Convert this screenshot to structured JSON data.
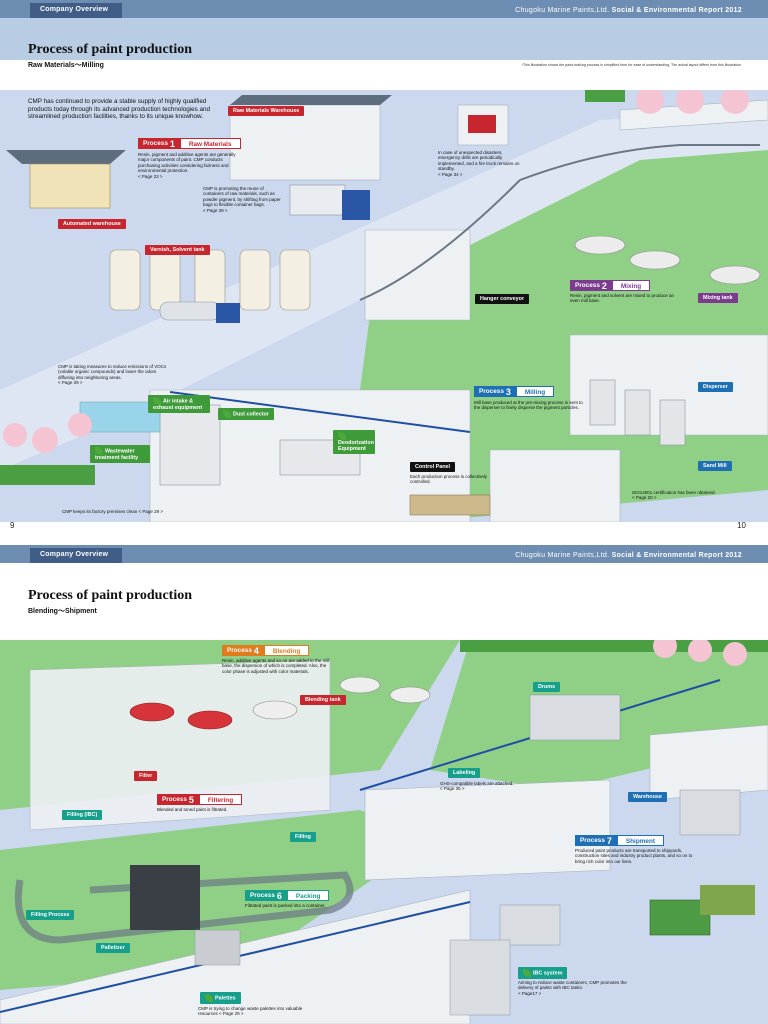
{
  "header": {
    "tab": "Company Overview",
    "company": "Chugoku Marine Paints,Ltd.",
    "report": "Social & Environmental Report 2012"
  },
  "page1": {
    "title": "Process of paint production",
    "subtitle": "Raw Materials～Milling",
    "disclaimer": "*This illustration shows the paint-making process in simplified form for ease of understanding. The actual layout differs from this illustration.",
    "intro": "CMP has continued to provide a stable supply of highly qualified products today through its advanced production technologies and streamlined production facilities, thanks to its unique knowhow.",
    "labels": {
      "raw_warehouse": "Raw Materials Warehouse",
      "automated_warehouse": "Automated warehouse",
      "varnish_tank": "Varnish, Solvent tank",
      "hanger_conveyor": "Hanger conveyor",
      "mixing_tank": "Mixing tank",
      "disperser": "Disperser",
      "sand_mill": "Sand Mill",
      "control_panel": "Control Panel",
      "air_intake": "Air intake & exhaust equipment",
      "dust_collector": "Dust collector",
      "deodorization": "Deodorization Equipment",
      "wastewater": "Wastewater treatment facility"
    },
    "processes": {
      "p1": {
        "label": "Process",
        "num": "1",
        "name": "Raw Materials",
        "desc": "Resin, pigment and additive agents are generally major components of paint. CMP conducts purchasing activities considering fairness and environmental protection.",
        "ref": "< Page 23 >"
      },
      "p2": {
        "label": "Process",
        "num": "2",
        "name": "Mixing",
        "desc": "Resin, pigment and solvent are mixed to produce an even mill base."
      },
      "p3": {
        "label": "Process",
        "num": "3",
        "name": "Milling",
        "desc": "Mill base produced at the pre-mixing process is sent to the disperser to finely disperse the pigment particles."
      }
    },
    "notes": {
      "reuse": "CMP is promoting the reuse of containers of raw materials, such as powder pigment, by shifting from paper bags to flexible container bags.",
      "reuse_ref": "< Page 29 >",
      "disaster": "In case of unexpected disasters, emergency drills are periodically implemented, and a fire truck remains on standby.",
      "disaster_ref": "< Page 34 >",
      "voc": "CMP is taking measures to reduce emissions of VOCs (volatile organic compounds) and lower the odors diffusing into neighboring areas.",
      "voc_ref": "< Page 29 >",
      "control": "Each production process is collectively controlled.",
      "iso": "ISO14001 certification has been obtained.",
      "iso_ref": "< Page 20 >",
      "clean": "CMP keeps its factory premises clean < Page 29 >"
    },
    "page_left": "9",
    "page_right": "10"
  },
  "page2": {
    "title": "Process of paint production",
    "subtitle": "Blending～Shipment",
    "labels": {
      "blending_tank": "Blending tank",
      "drums": "Drums",
      "filter": "Filter",
      "filling_ibc": "Filling (IBC)",
      "filling": "Filling",
      "labeling": "Labeling",
      "warehouse": "Warehouse",
      "filling_process": "Filling Process",
      "palletizer": "Palletizer",
      "ibc_system": "IBC system",
      "palettes": "Palettes"
    },
    "processes": {
      "p4": {
        "label": "Process",
        "num": "4",
        "name": "Blending",
        "desc": "Resin, additive agents and so on are added to the mill base, the dispersion of which is completed. Also, the color phase is adjusted with color materials."
      },
      "p5": {
        "label": "Process",
        "num": "5",
        "name": "Filtering",
        "desc": "Blended and toned paint is filtrated."
      },
      "p6": {
        "label": "Process",
        "num": "6",
        "name": "Packing",
        "desc": "Filtrated paint is packed into a container."
      },
      "p7": {
        "label": "Process",
        "num": "7",
        "name": "Shipment",
        "desc": "Produced paint products are transported to shipyards, construction sites and industry product plants, and so on to bring rich color into our lives."
      }
    },
    "notes": {
      "ghs": "GHS-compatible labels are attached.",
      "ghs_ref": "< Page 35 >",
      "ibc": "Aiming to reduce waste containers, CMP promotes the delivery of paints with IBC tanks.",
      "ibc_ref": "< Page17 >",
      "palettes": "CMP is trying to change waste palettes into valuable resources",
      "palettes_ref": "< Page 29 >"
    }
  },
  "colors": {
    "band": "#b8cde3",
    "header": "#6d8db3",
    "floor_green": "#8fcf86",
    "building": "#eef1f4",
    "road": "#c6d4ec",
    "accent_blue": "#1f4fa3"
  }
}
